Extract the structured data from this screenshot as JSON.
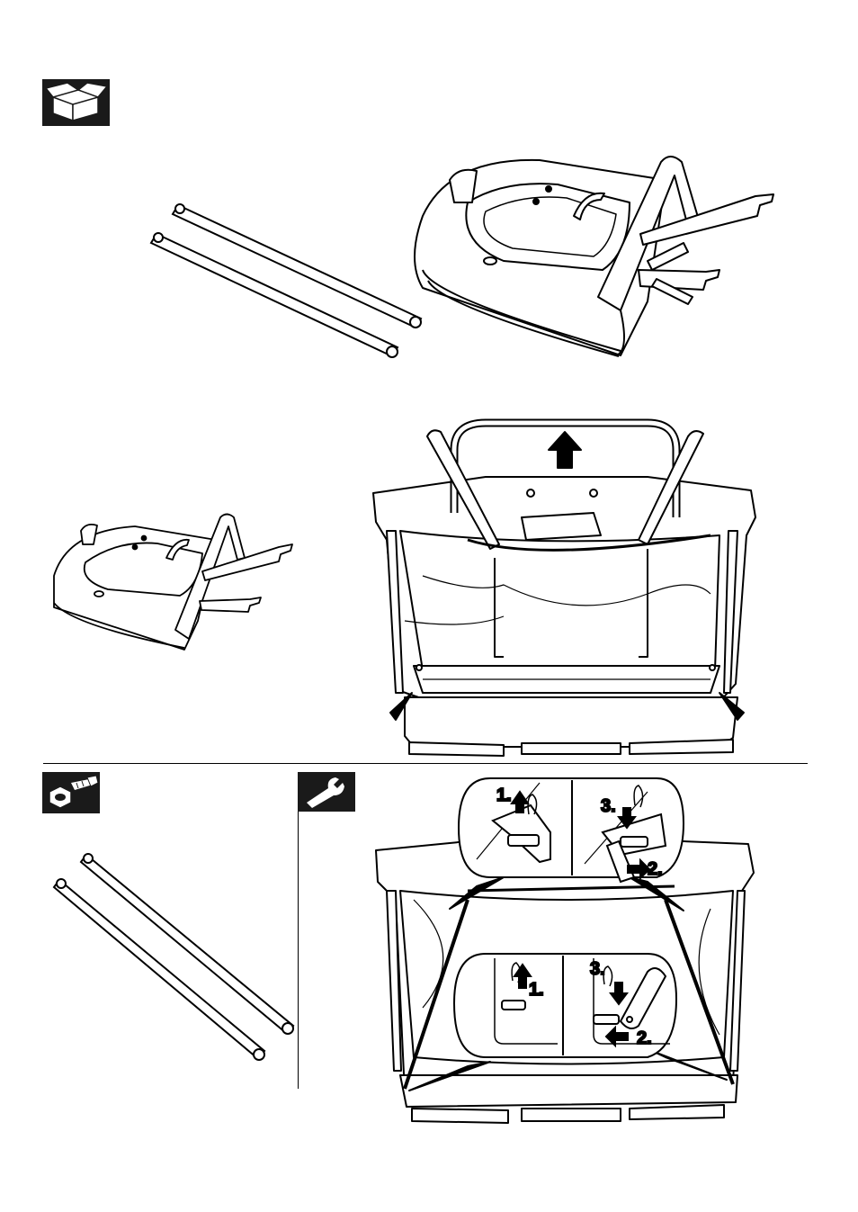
{
  "icons": {
    "unpack": "open-box-icon",
    "hardware": "nut-bolt-icon",
    "tools": "wrench-icon"
  },
  "steps": {
    "top_left": {
      "one": "1.",
      "three": "3.",
      "two": "2."
    },
    "bottom": {
      "one": "1.",
      "three": "3.",
      "two": "2."
    }
  },
  "colors": {
    "ink": "#000000",
    "icon_bg": "#1a1a1a",
    "paper": "#ffffff"
  }
}
